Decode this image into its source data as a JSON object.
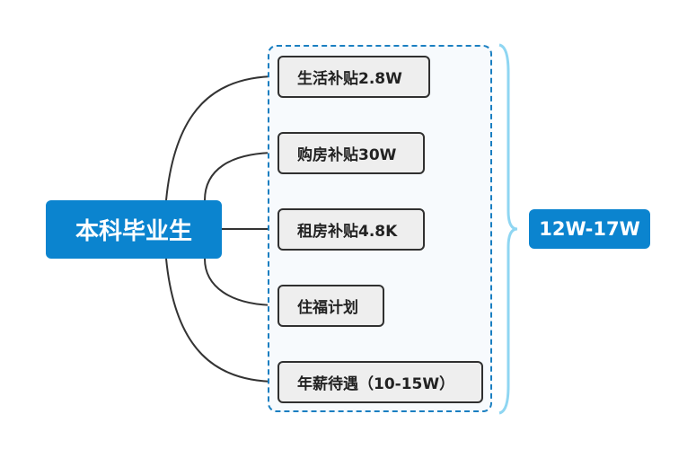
{
  "root": {
    "label": "本科毕业生"
  },
  "benefits": [
    {
      "label": "生活补贴2.8W"
    },
    {
      "label": "购房补贴30W"
    },
    {
      "label": "租房补贴4.8K"
    },
    {
      "label": "住福计划"
    },
    {
      "label": "年薪待遇（10-15W）"
    }
  ],
  "summary": {
    "label": "12W-17W"
  },
  "colors": {
    "accent": "#0b84cf",
    "bracket": "#8fd6f2",
    "node_bg": "#eeeeee",
    "node_border": "#303030",
    "dashed_border": "#1a7fc1"
  }
}
